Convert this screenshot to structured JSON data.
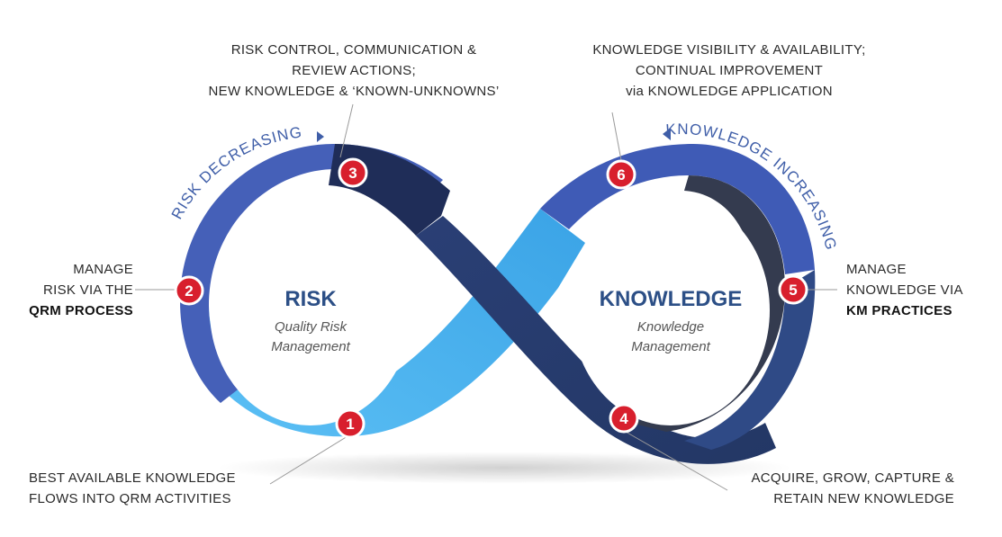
{
  "colors": {
    "dark_navy": "#1e2f5c",
    "mid_navy": "#2f4a86",
    "royal_blue": "#4560b8",
    "light_blue": "#4bb2ee",
    "charcoal": "#333a4e",
    "badge_red": "#d81f2d",
    "title_blue": "#2c4f86"
  },
  "loops": {
    "risk": {
      "title": "RISK",
      "subtitle_line1": "Quality Risk",
      "subtitle_line2": "Management"
    },
    "knowledge": {
      "title": "KNOWLEDGE",
      "subtitle_line1": "Knowledge",
      "subtitle_line2": "Management"
    }
  },
  "arcs": {
    "risk_decreasing": "RISK DECREASING",
    "knowledge_increasing": "KNOWLEDGE INCREASING"
  },
  "steps": [
    {
      "number": "1",
      "lines": [
        "BEST AVAILABLE KNOWLEDGE",
        "FLOWS INTO QRM ACTIVITIES"
      ],
      "bold_line": ""
    },
    {
      "number": "2",
      "lines": [
        "MANAGE",
        "RISK VIA THE"
      ],
      "bold_line": "QRM PROCESS"
    },
    {
      "number": "3",
      "lines": [
        "RISK CONTROL, COMMUNICATION &",
        "REVIEW ACTIONS;",
        "NEW KNOWLEDGE & ‘KNOWN-UNKNOWNS’"
      ],
      "bold_line": ""
    },
    {
      "number": "4",
      "lines": [
        "ACQUIRE, GROW, CAPTURE &",
        "RETAIN NEW KNOWLEDGE"
      ],
      "bold_line": ""
    },
    {
      "number": "5",
      "lines": [
        "MANAGE",
        "KNOWLEDGE VIA"
      ],
      "bold_line": "KM PRACTICES"
    },
    {
      "number": "6",
      "lines": [
        "KNOWLEDGE VISIBILITY & AVAILABILITY;",
        "CONTINUAL IMPROVEMENT",
        "via KNOWLEDGE APPLICATION"
      ],
      "bold_line": ""
    }
  ]
}
